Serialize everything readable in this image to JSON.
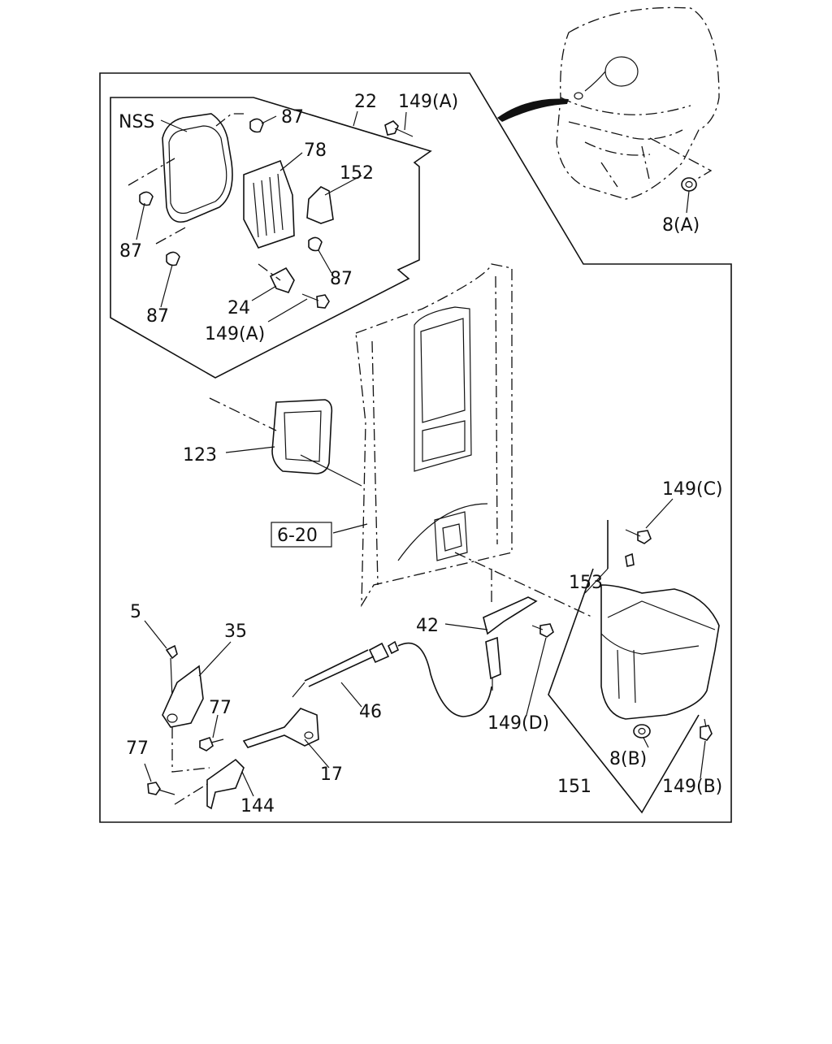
{
  "diagram": {
    "labels": {
      "nss": "NSS",
      "p22": "22",
      "p149a_top": "149(A)",
      "p87_top": "87",
      "p78": "78",
      "p152": "152",
      "p87_left": "87",
      "p87_mid": "87",
      "p87_bottom": "87",
      "p24": "24",
      "p149a_bottom": "149(A)",
      "p8a": "8(A)",
      "p123": "123",
      "p6_20": "6-20",
      "p149c": "149(C)",
      "p153": "153",
      "p5": "5",
      "p35": "35",
      "p42": "42",
      "p77_a": "77",
      "p77_b": "77",
      "p46": "46",
      "p149d": "149(D)",
      "p8b": "8(B)",
      "p17": "17",
      "p144": "144",
      "p151": "151",
      "p149b": "149(B)"
    }
  }
}
